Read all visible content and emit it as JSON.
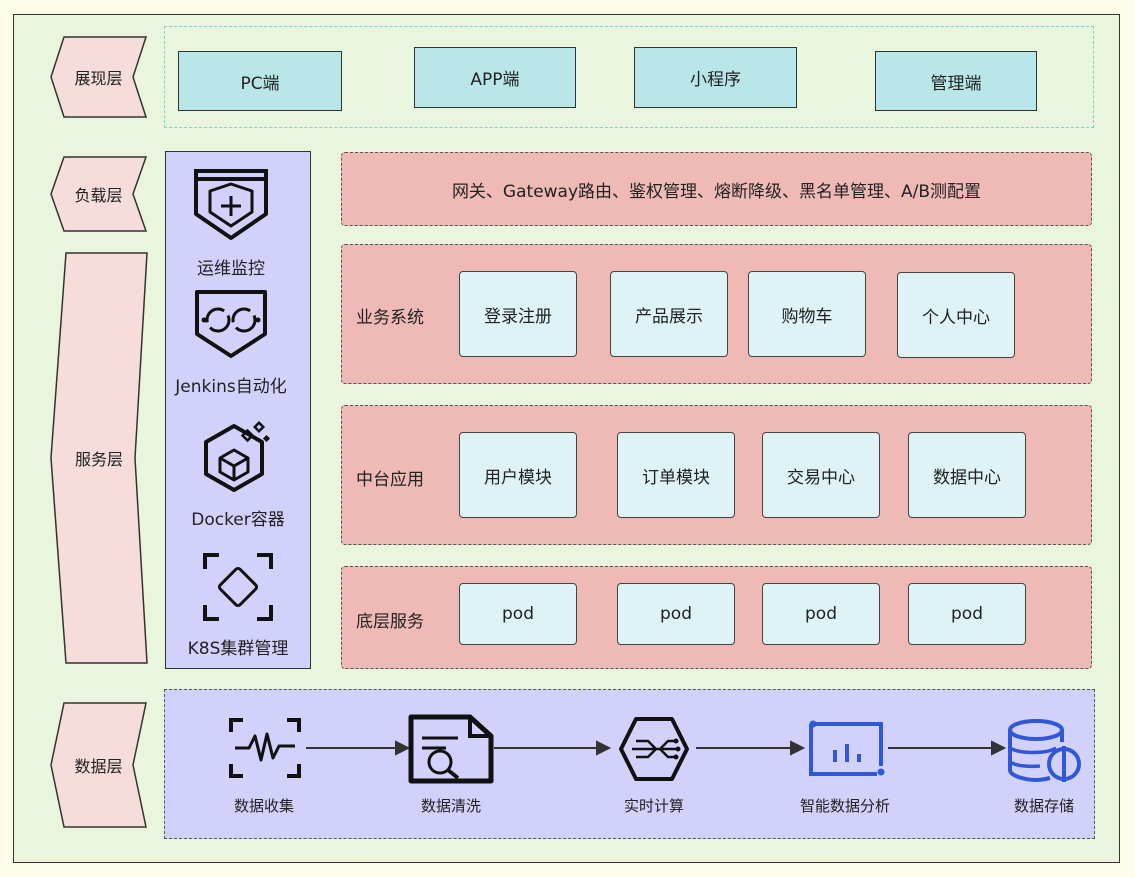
{
  "layers": {
    "presentation": "展现层",
    "load": "负载层",
    "service": "服务层",
    "data": "数据层"
  },
  "clients": [
    "PC端",
    "APP端",
    "小程序",
    "管理端"
  ],
  "gateway": "网关、Gateway路由、鉴权管理、熔断降级、黑名单管理、A/B测配置",
  "sidebar": [
    {
      "label": "运维监控",
      "icon": "shield-plus-icon"
    },
    {
      "label": "Jenkins自动化",
      "icon": "infinity-loop-icon"
    },
    {
      "label": "Docker容器",
      "icon": "cube-icon"
    },
    {
      "label": "K8S集群管理",
      "icon": "diamond-frame-icon"
    }
  ],
  "rows": [
    {
      "label": "业务系统",
      "items": [
        "登录注册",
        "产品展示",
        "购物车",
        "个人中心"
      ]
    },
    {
      "label": "中台应用",
      "items": [
        "用户模块",
        "订单模块",
        "交易中心",
        "数据中心"
      ]
    },
    {
      "label": "底层服务",
      "items": [
        "pod",
        "pod",
        "pod",
        "pod"
      ]
    }
  ],
  "pipeline": [
    {
      "label": "数据收集",
      "icon": "pulse-monitor-icon"
    },
    {
      "label": "数据清洗",
      "icon": "document-search-icon"
    },
    {
      "label": "实时计算",
      "icon": "hexagon-flow-icon"
    },
    {
      "label": "智能数据分析",
      "icon": "bar-analytics-icon"
    },
    {
      "label": "数据存储",
      "icon": "database-icon"
    }
  ],
  "colors": {
    "background": "#e9f5dc",
    "client_box": "#b9e7e9",
    "service_panel": "#efb9b6",
    "module_box": "#ddf3f5",
    "sidebar": "#d1d1fb",
    "layer_tag": "#f7dcdc",
    "pipeline_blue": "#2f57d6"
  }
}
